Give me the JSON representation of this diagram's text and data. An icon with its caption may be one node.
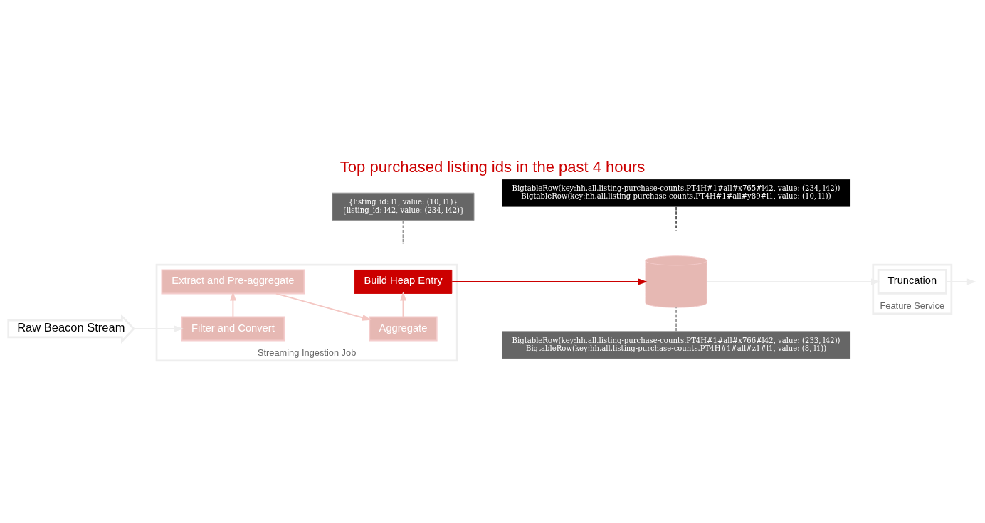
{
  "diagram": {
    "title": "Top purchased listing ids in the past 4 hours",
    "nodes": [
      {
        "text": [
          "Raw Beacon Stream"
        ]
      },
      {
        "text": [
          "Streaming Ingestion Job"
        ]
      },
      {
        "text": [
          "Extract and Pre-aggregate"
        ],
        "in": 1
      },
      {
        "text": [
          "Aggregate"
        ],
        "in": 1
      },
      {
        "text": [
          "Filter and Convert"
        ],
        "in": 1
      },
      {
        "text": [
          "Build Heap Entry"
        ],
        "in": 1
      },
      {
        "text": [
          "{listing_id: l1, value: (10, l1)}",
          "{listing_id: l42, value: (234, l42)}"
        ]
      },
      {
        "text": [],
        "shape": "cylinder"
      },
      {
        "text": [
          "Feature Service"
        ]
      },
      {
        "text": [
          "Truncation"
        ],
        "in": 8
      },
      {
        "text": [
          "BigtableRow(key:hh.all.listing-purchase-counts.PT4H#1#all#x765#l42, value: (234, l42))",
          "BigtableRow(key:hh.all.listing-purchase-counts.PT4H#1#all#y89#l1, value: (10, l1))"
        ]
      },
      {
        "text": [
          "BigtableRow(key:hh.all.listing-purchase-counts.PT4H#1#all#x766#l42, value: (233, l42))",
          "BigtableRow(key:hh.all.listing-purchase-counts.PT4H#1#all#z1#l1, value: (8, l1))"
        ]
      }
    ],
    "edges": [
      {
        "from": 0,
        "to": 4,
        "arrow": "to",
        "color": "#eeeeee"
      },
      {
        "from": 4,
        "to": 2,
        "arrow": "to"
      },
      {
        "from": 2,
        "to": 3,
        "arrow": "to"
      },
      {
        "from": 3,
        "to": 5,
        "arrow": "to"
      },
      {
        "from": 5,
        "to": 7,
        "arrow": "to",
        "color": "#cc0000"
      },
      {
        "from": 7,
        "to": 9,
        "arrow": "to",
        "color": "#eeeeee"
      },
      {
        "from": 9,
        "to": null,
        "arrow": "to",
        "color": "#eeeeee"
      },
      {
        "from": 6,
        "to": null,
        "arrow": "none",
        "style": "dashed",
        "color": "#999999"
      },
      {
        "from": 10,
        "to": null,
        "arrow": "none",
        "style": "dashed",
        "color": "#555555"
      },
      {
        "from": 11,
        "to": 7,
        "arrow": "none",
        "style": "dashed",
        "color": "#999999"
      }
    ]
  }
}
